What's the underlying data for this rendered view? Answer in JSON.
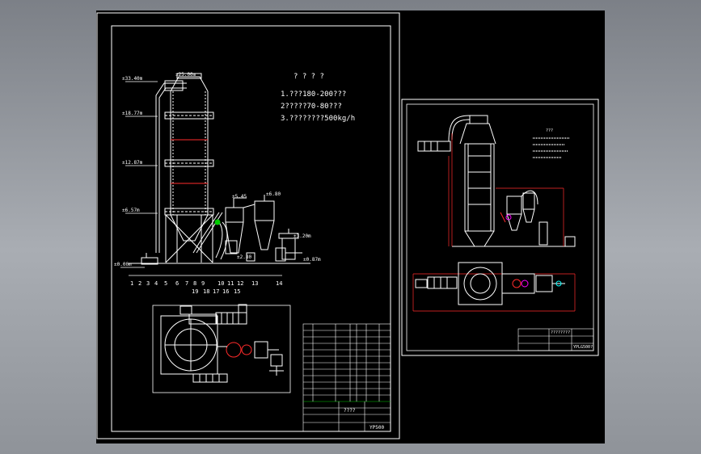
{
  "viewer": {
    "background": "#8a8d92",
    "paper": "#000000"
  },
  "colors": {
    "line": "#ffffff",
    "dim": "#ff2b2b",
    "green": "#00cc00",
    "cyan": "#00ffff",
    "magenta": "#ff00ff",
    "yellow": "#ffff00"
  },
  "left_sheet": {
    "notes_title": "? ? ? ?",
    "notes": [
      "1.???180-200???",
      "2?????70-80???",
      "3.????????500kg/h"
    ],
    "elevations": [
      "±33.40m",
      "±25.00m",
      "±18.77m",
      "±12.87m",
      "±6.57m",
      "±0.00m",
      "±5.45",
      "±6.80",
      "±3.20m",
      "±0.87m",
      "±2.80"
    ],
    "part_numbers_bottom": [
      "1",
      "2",
      "3",
      "4",
      "5",
      "6",
      "7",
      "8",
      "9",
      "10",
      "11",
      "12",
      "13",
      "14"
    ],
    "part_numbers_plan": [
      "19",
      "18",
      "17",
      "16",
      "15"
    ],
    "title_block": {
      "name": "????",
      "drawing_no": "YP500"
    }
  },
  "right_sheet": {
    "notes_title": "???",
    "title_block": {
      "name": "????????",
      "drawing_no": "YPLG500?"
    }
  }
}
